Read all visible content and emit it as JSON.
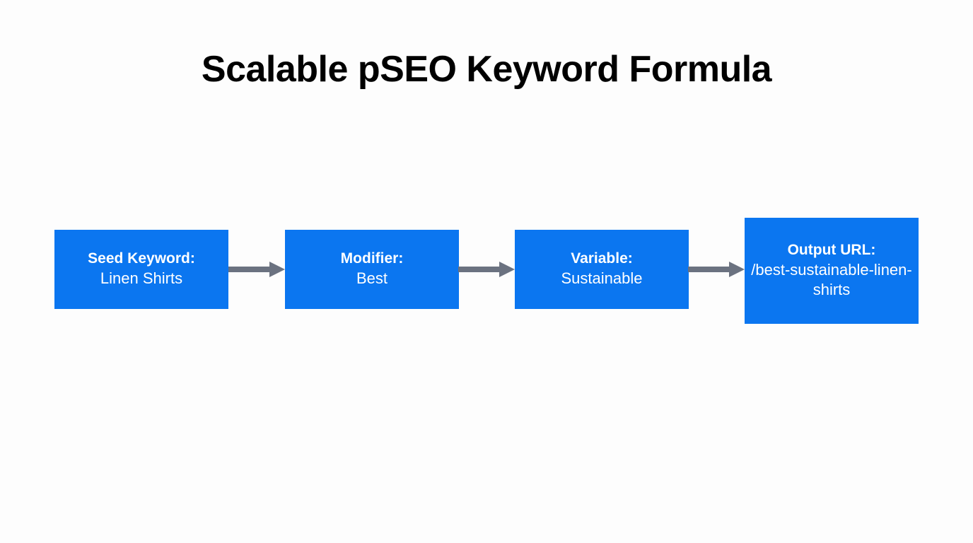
{
  "title": "Scalable pSEO Keyword Formula",
  "colors": {
    "background": "#fdfdfd",
    "node_fill": "#0b76f0",
    "node_text": "#ffffff",
    "title_text": "#000000",
    "arrow": "#6b7280"
  },
  "diagram": {
    "type": "horizontal-flow",
    "nodes": [
      {
        "label": "Seed Keyword:",
        "value": "Linen Shirts"
      },
      {
        "label": "Modifier:",
        "value": "Best"
      },
      {
        "label": "Variable:",
        "value": "Sustainable"
      },
      {
        "label": "Output URL:",
        "value": "/best-sustainable-linen-shirts"
      }
    ],
    "connectors": [
      {
        "icon": "arrow-right-icon",
        "from": "Seed Keyword:",
        "to": "Modifier:"
      },
      {
        "icon": "arrow-right-icon",
        "from": "Modifier:",
        "to": "Variable:"
      },
      {
        "icon": "arrow-right-icon",
        "from": "Variable:",
        "to": "Output URL:"
      }
    ]
  }
}
